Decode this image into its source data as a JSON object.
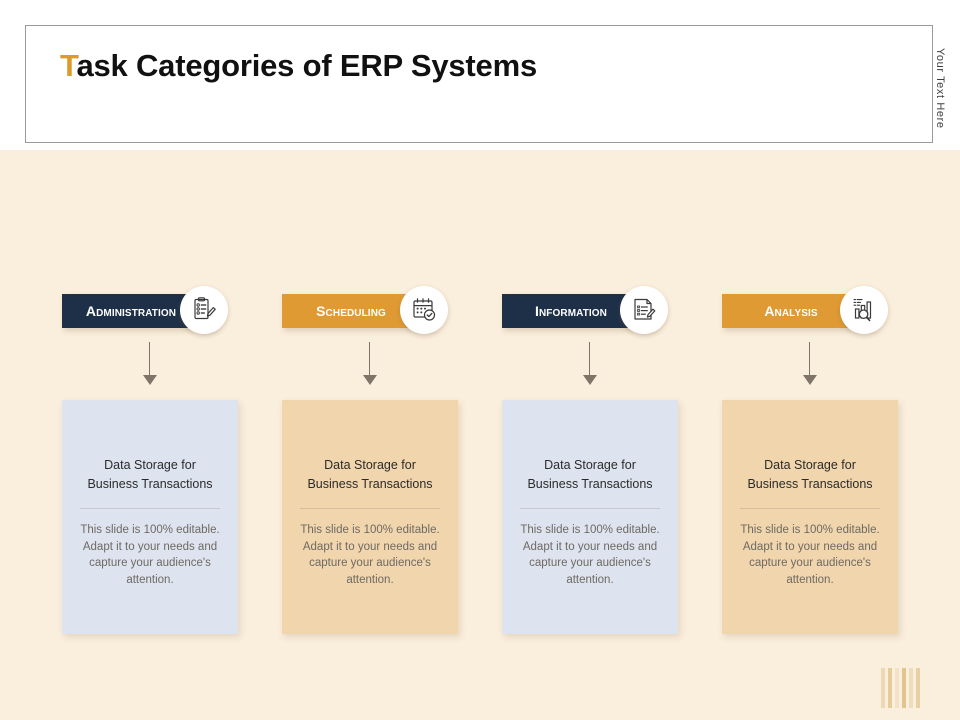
{
  "header": {
    "title_accent": "T",
    "title_rest": "ask Categories of ERP Systems",
    "vertical_note": "Your Text Here"
  },
  "colors": {
    "page_background": "#faeedc",
    "header_background": "#ffffff",
    "accent_gold": "#d99b2b",
    "badge_dark": "#1e3048",
    "badge_gold": "#e09a33",
    "card_blue": "#dde3ef",
    "card_sand": "#f1d5ad",
    "connector": "#7e7468",
    "body_text": "#6e6a63"
  },
  "columns": [
    {
      "badge_label": "Administration",
      "badge_style": "dark",
      "icon": "clipboard-pen-icon",
      "card_style": "blue",
      "card_title": "Data Storage for\nBusiness Transactions",
      "card_body": "This slide is 100% editable. Adapt it to your needs and capture your audience's attention."
    },
    {
      "badge_label": "Scheduling",
      "badge_style": "gold",
      "icon": "calendar-check-icon",
      "card_style": "sand",
      "card_title": "Data Storage for\nBusiness Transactions",
      "card_body": "This slide is 100% editable. Adapt it to your needs and capture your audience's attention."
    },
    {
      "badge_label": "Information",
      "badge_style": "dark",
      "icon": "document-edit-icon",
      "card_style": "blue",
      "card_title": "Data Storage for\nBusiness Transactions",
      "card_body": "This slide is 100% editable. Adapt it to your needs and capture your audience's attention."
    },
    {
      "badge_label": "Analysis",
      "badge_style": "gold",
      "icon": "bar-chart-search-icon",
      "card_style": "sand",
      "card_title": "Data Storage for\nBusiness Transactions",
      "card_body": "This slide is 100% editable. Adapt it to your needs and capture your audience's attention."
    }
  ],
  "decoration": {
    "stripe_colors": [
      "#edd9b4",
      "#e6cb9b",
      "#f2e3c6",
      "#e2c48f",
      "#efdcbb",
      "#e8d0a4"
    ]
  }
}
